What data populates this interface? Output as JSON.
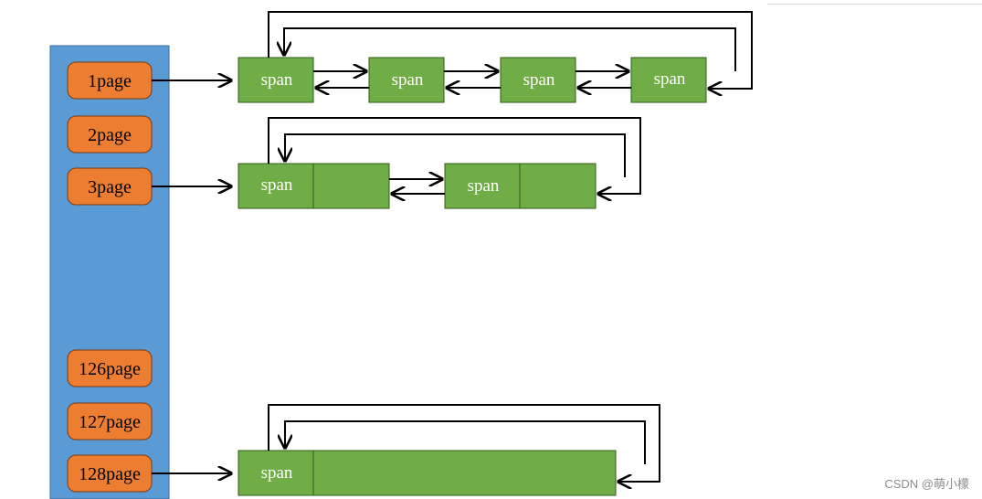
{
  "page_buckets": [
    "1page",
    "2page",
    "3page",
    "126page",
    "127page",
    "128page"
  ],
  "span_label": "span",
  "watermark": "CSDN @萌小檬",
  "colors": {
    "column": "#5b9bd5",
    "bucket": "#ed7d31",
    "span": "#70ad47",
    "line": "#000000"
  }
}
